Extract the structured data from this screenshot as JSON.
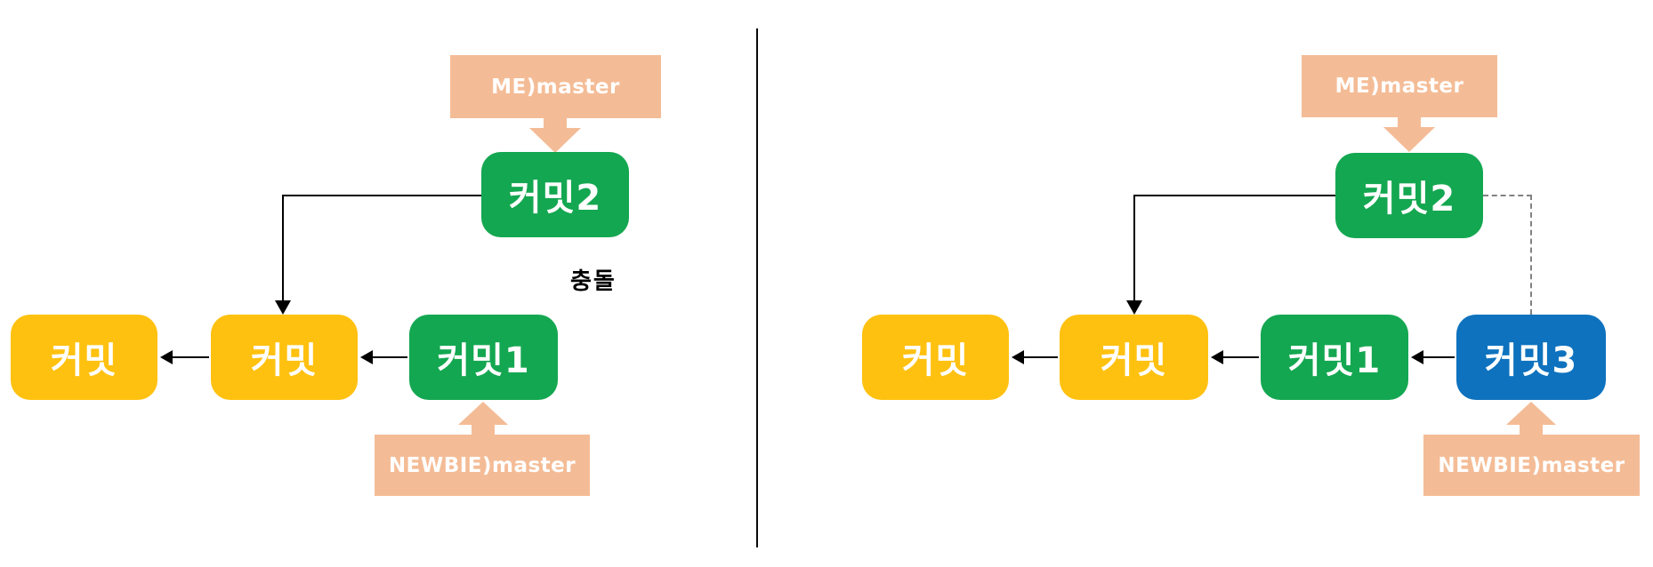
{
  "colors": {
    "commit_default": "#FFC110",
    "commit_green": "#14A751",
    "commit_new": "#0E72BE",
    "branch_label_bg": "#F4BC96",
    "branch_label_text": "#FFFFFF",
    "connector": "#000000",
    "dashed_connector": "#828282"
  },
  "left": {
    "branch_top": "ME)master",
    "branch_bottom": "NEWBIE)master",
    "conflict": "충돌",
    "commits": {
      "c_old": "커밋",
      "c_mid": "커밋",
      "c1": "커밋1",
      "c2": "커밋2"
    }
  },
  "right": {
    "branch_top": "ME)master",
    "branch_bottom": "NEWBIE)master",
    "commits": {
      "c_old": "커밋",
      "c_mid": "커밋",
      "c1": "커밋1",
      "c2": "커밋2",
      "c3": "커밋3"
    }
  }
}
